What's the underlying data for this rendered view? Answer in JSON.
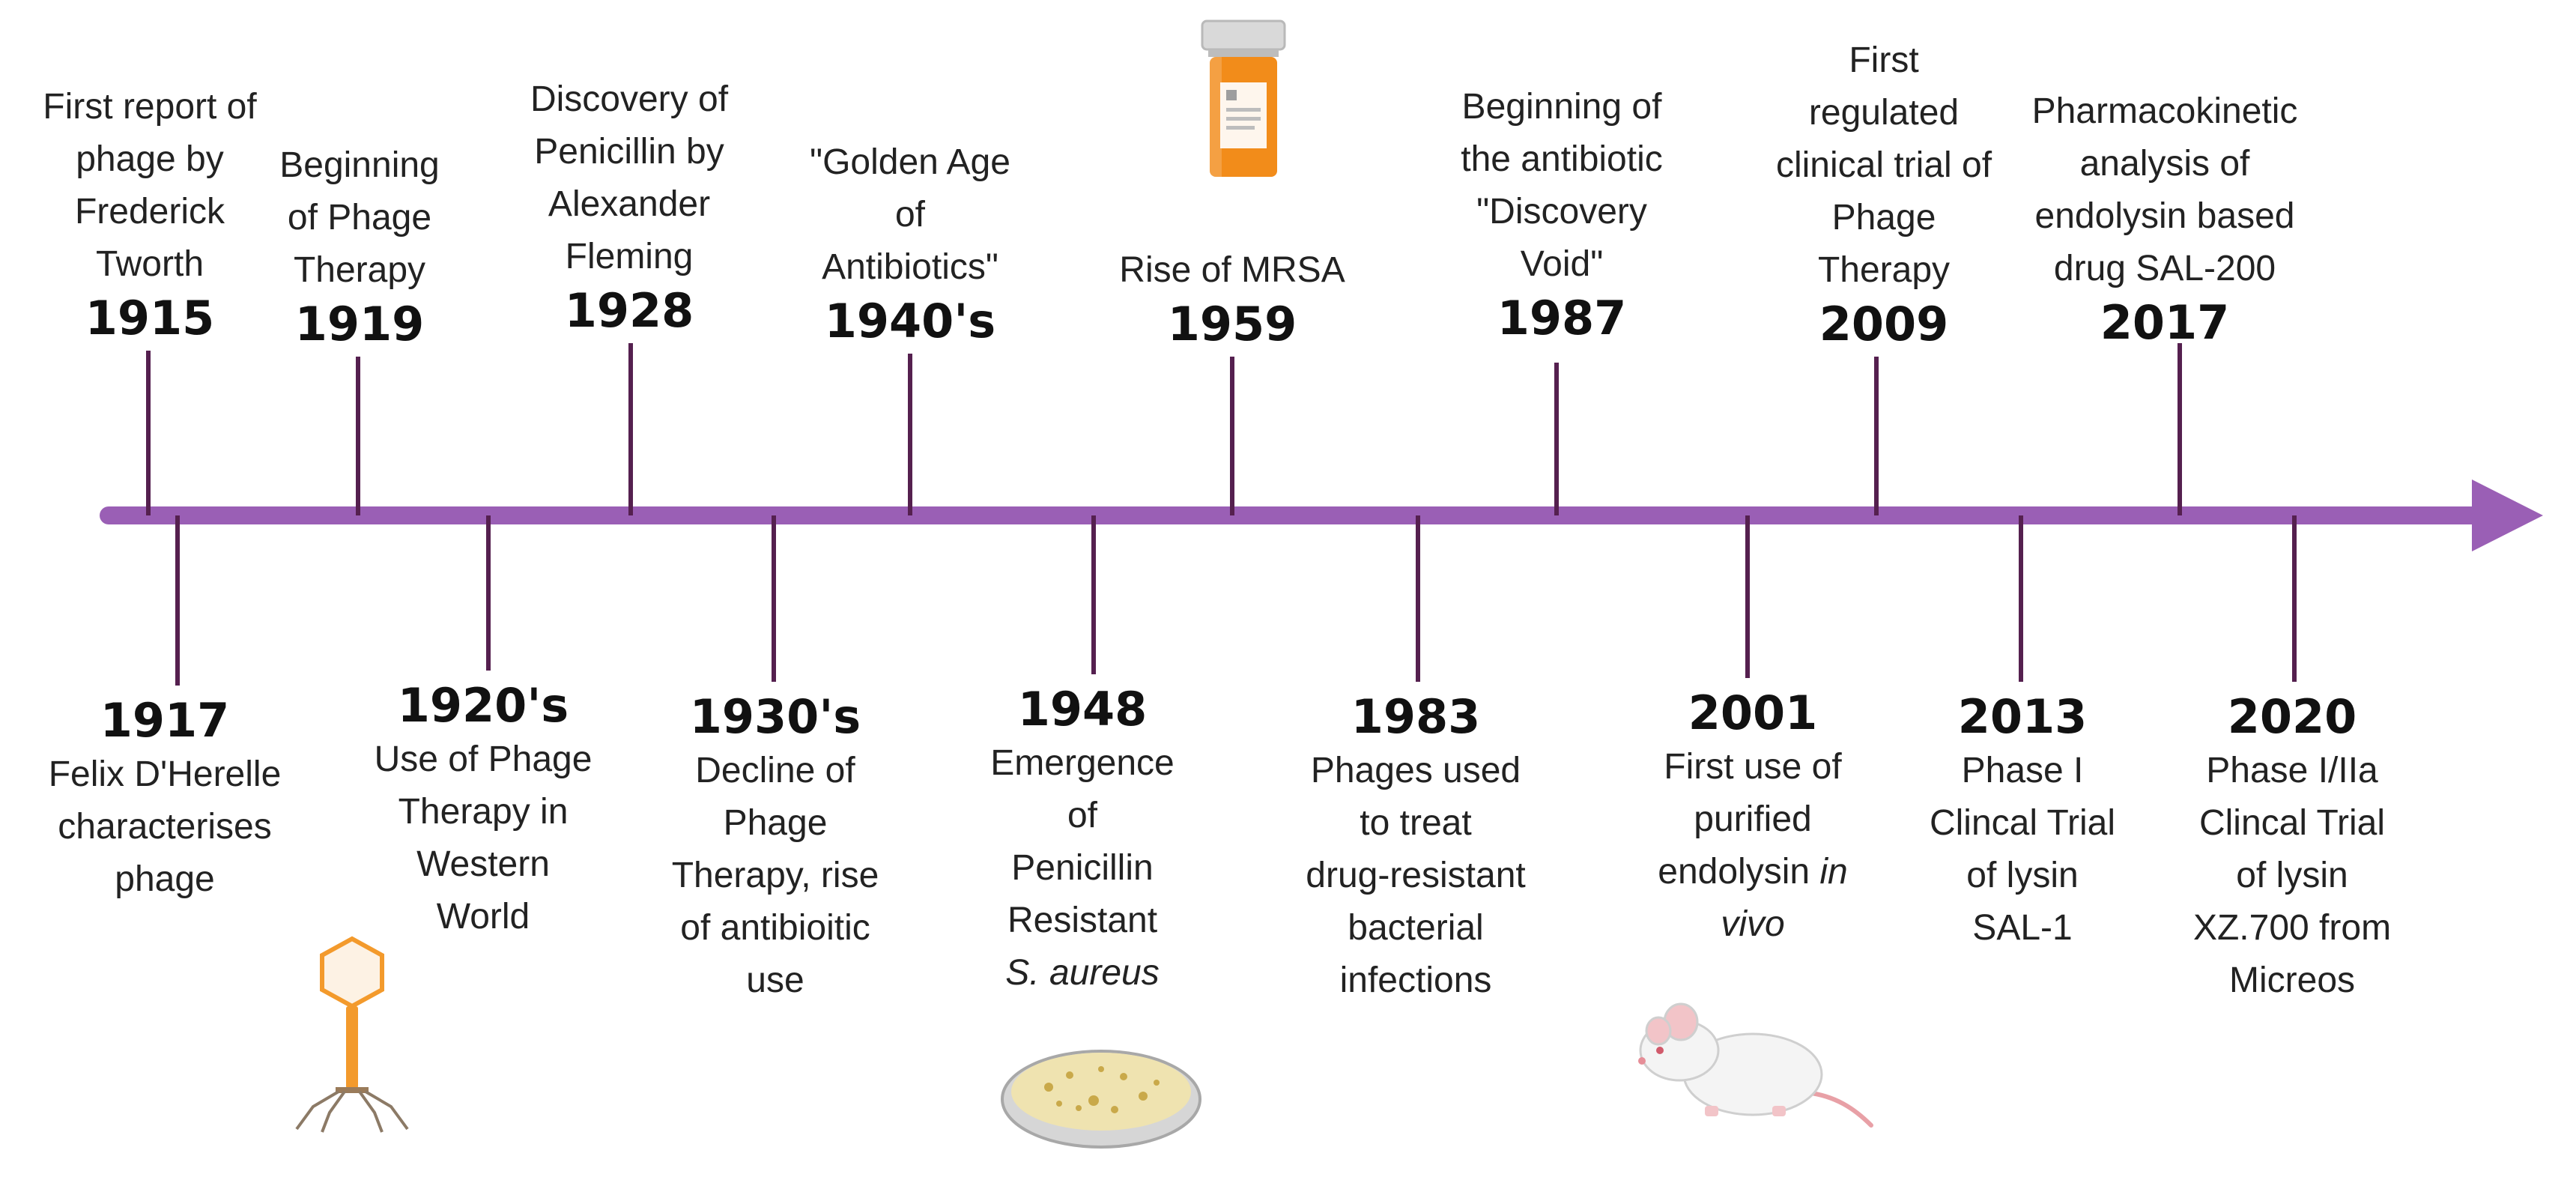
{
  "colors": {
    "axis": "#9a5fb5",
    "tick": "#55204f",
    "bottle": "#f28c1a",
    "cap": "#d9d9d9",
    "phage": "#f39a2c",
    "dish": "#efe3b0",
    "mouse": "#f4f4f4"
  },
  "timeline": {
    "above": [
      {
        "year": "1915",
        "desc": [
          {
            "text": "First report of"
          },
          {
            "text": "phage by"
          },
          {
            "text": "Frederick"
          },
          {
            "text": "Tworth"
          }
        ]
      },
      {
        "year": "1919",
        "desc": [
          {
            "text": "Beginning"
          },
          {
            "text": "of Phage"
          },
          {
            "text": "Therapy"
          }
        ]
      },
      {
        "year": "1928",
        "desc": [
          {
            "text": "Discovery  of"
          },
          {
            "text": "Penicillin by"
          },
          {
            "text": "Alexander"
          },
          {
            "text": "Fleming"
          }
        ]
      },
      {
        "year": "1940's",
        "desc": [
          {
            "text": "\"Golden Age"
          },
          {
            "text": "of"
          },
          {
            "text": "Antibiotics\""
          }
        ]
      },
      {
        "year": "1959",
        "desc": [
          {
            "text": "Rise of MRSA"
          }
        ]
      },
      {
        "year": "1987",
        "desc": [
          {
            "text": "Beginning of"
          },
          {
            "text": "the antibiotic"
          },
          {
            "text": "\"Discovery"
          },
          {
            "text": "Void\""
          }
        ]
      },
      {
        "year": "2009",
        "desc": [
          {
            "text": "First"
          },
          {
            "text": "regulated"
          },
          {
            "text": "clinical trial of"
          },
          {
            "text": "Phage"
          },
          {
            "text": "Therapy"
          }
        ]
      },
      {
        "year": "2017",
        "desc": [
          {
            "text": "Pharmacokinetic"
          },
          {
            "text": "analysis of"
          },
          {
            "text": "endolysin based"
          },
          {
            "text": "drug SAL-200"
          }
        ]
      }
    ],
    "below": [
      {
        "year": "1917",
        "desc": [
          {
            "text": "Felix D'Herelle"
          },
          {
            "text": "characterises"
          },
          {
            "text": "phage"
          }
        ]
      },
      {
        "year": "1920's",
        "desc": [
          {
            "text": "Use of Phage"
          },
          {
            "text": "Therapy in"
          },
          {
            "text": "Western"
          },
          {
            "text": "World"
          }
        ]
      },
      {
        "year": "1930's",
        "desc": [
          {
            "text": "Decline of"
          },
          {
            "text": "Phage"
          },
          {
            "text": "Therapy, rise"
          },
          {
            "text": "of antibioitic"
          },
          {
            "text": "use"
          }
        ]
      },
      {
        "year": "1948",
        "desc": [
          {
            "text": "Emergence"
          },
          {
            "text": "of"
          },
          {
            "text": "Penicillin"
          },
          {
            "text": "Resistant"
          },
          {
            "text": "S. aureus",
            "italic": true
          }
        ]
      },
      {
        "year": "1983",
        "desc": [
          {
            "text": "Phages used"
          },
          {
            "text": "to treat"
          },
          {
            "text": "drug-resistant"
          },
          {
            "text": "bacterial"
          },
          {
            "text": "infections"
          }
        ]
      },
      {
        "year": "2001",
        "desc": [
          {
            "text": "First use of"
          },
          {
            "text": "purified"
          },
          {
            "text": "endolysin "
          },
          {
            "text": "in",
            "italic": true,
            "inline": true
          },
          {
            "text": "vivo",
            "italic": true
          }
        ]
      },
      {
        "year": "2013",
        "desc": [
          {
            "text": "Phase I"
          },
          {
            "text": "Clincal Trial"
          },
          {
            "text": "of lysin"
          },
          {
            "text": "SAL-1"
          }
        ]
      },
      {
        "year": "2020",
        "desc": [
          {
            "text": "Phase I/IIa"
          },
          {
            "text": "Clincal Trial"
          },
          {
            "text": "of lysin"
          },
          {
            "text": "XZ.700 from"
          },
          {
            "text": "Micreos"
          }
        ]
      }
    ]
  },
  "illustrations": [
    {
      "name": "pill-bottle-icon"
    },
    {
      "name": "bacteriophage-icon"
    },
    {
      "name": "petri-dish-icon"
    },
    {
      "name": "mouse-icon"
    }
  ]
}
